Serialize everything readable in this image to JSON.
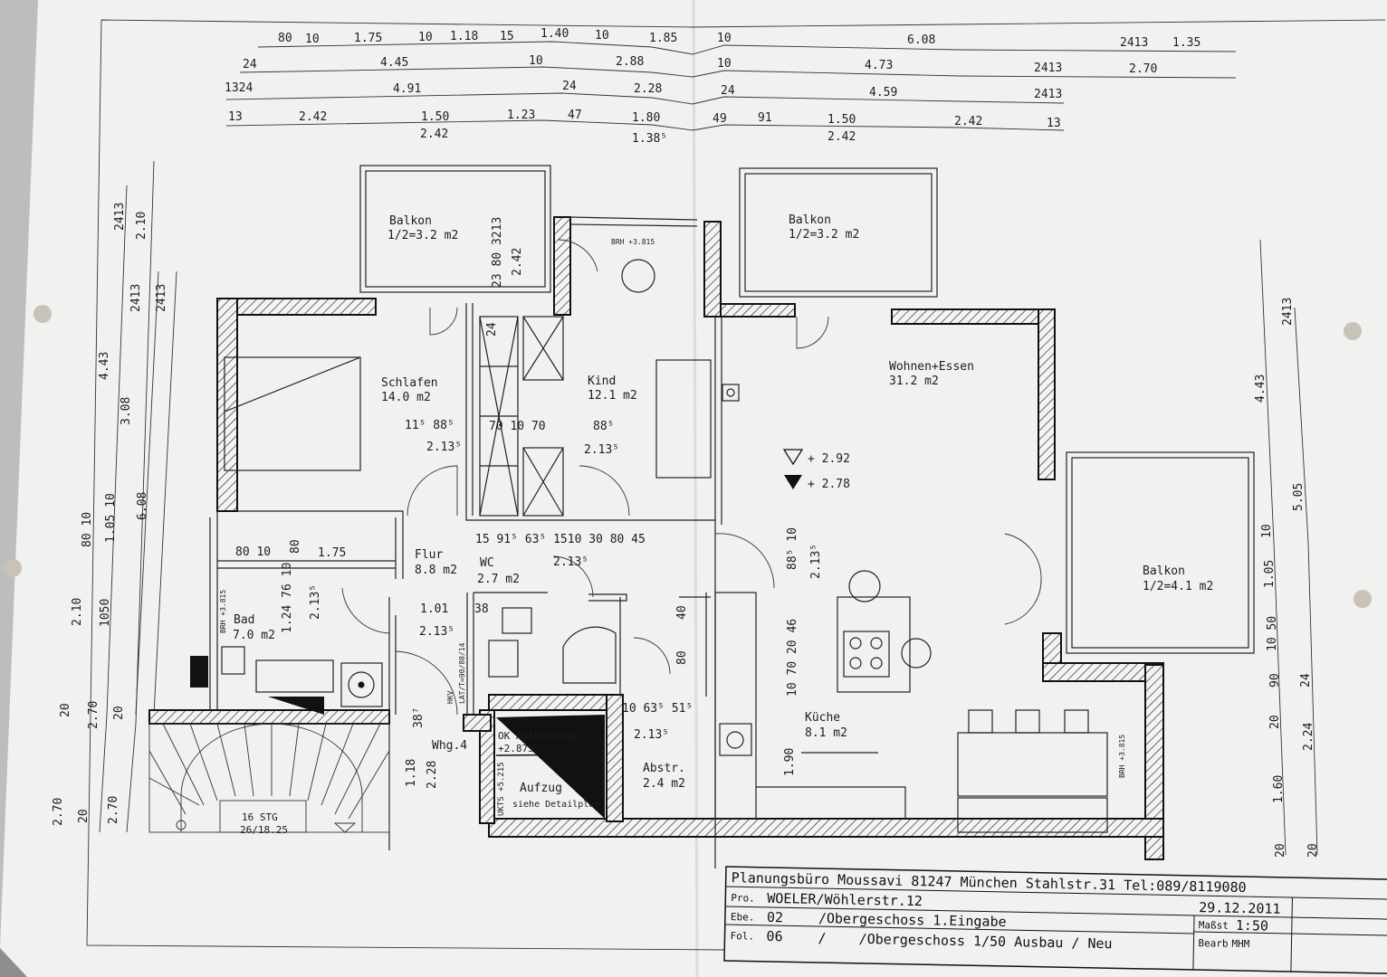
{
  "title_block": {
    "office": "Planungsbüro Moussavi 81247 München Stahlstr.31 Tel:089/8119080",
    "project_label": "Pro.",
    "project": "WOELER/Wöhlerstr.12",
    "level_label": "Ebe.",
    "level_no": "02",
    "level_name": "/Obergeschoss 1.Eingabe",
    "sheet_label": "Fol.",
    "sheet_no": "06",
    "sheet_name": "/    /Obergeschoss 1/50 Ausbau / Neu",
    "date": "29.12.2011",
    "scale_label": "Maßst",
    "scale": "1:50",
    "editor_label": "Bearb",
    "editor": "MHM"
  },
  "rooms": [
    {
      "name": "Balkon",
      "area": "1/2=3.2 m2"
    },
    {
      "name": "Balkon",
      "area": "1/2=3.2 m2"
    },
    {
      "name": "Balkon",
      "area": "1/2=4.1 m2"
    },
    {
      "name": "Schlafen",
      "area": "14.0 m2"
    },
    {
      "name": "Kind",
      "area": "12.1 m2"
    },
    {
      "name": "Wohnen+Essen",
      "area": "31.2 m2"
    },
    {
      "name": "Flur",
      "area": "8.8 m2"
    },
    {
      "name": "WC",
      "area": "2.7 m2"
    },
    {
      "name": "Bad",
      "area": "7.0 m2"
    },
    {
      "name": "Küche",
      "area": "8.1 m2"
    },
    {
      "name": "Abstr.",
      "area": "2.4 m2"
    }
  ],
  "annotations": {
    "elevator": "Aufzug",
    "elevator_note": "siehe Detailplan",
    "upstand": "OK Aufkantung",
    "upstand_level": "+2.875",
    "unit": "Whg.4",
    "stairs": "16 STG",
    "stairs_ratio": "26/18.25",
    "sill_height": "BRH +3.815",
    "level_top": "+ 2.92",
    "level_bottom": "+ 2.78",
    "ukts": "UKTS +5.215",
    "hkv": "HKV",
    "door_note": "LAT/T=90/80/14"
  },
  "dimensions": {
    "top_rows": [
      [
        "80",
        "10",
        "1.75",
        "10",
        "1.18",
        "15",
        "1.40",
        "10",
        "1.85",
        "10",
        "6.08",
        "2413",
        "1.35"
      ],
      [
        "24",
        "4.45",
        "10",
        "2.88",
        "10",
        "4.73",
        "2413",
        "2.70"
      ],
      [
        "1324",
        "4.91",
        "24",
        "2.28",
        "24",
        "4.59",
        "2413"
      ],
      [
        "13",
        "2.42",
        "1.50",
        "1.23",
        "47",
        "1.80",
        "49",
        "91",
        "1.50",
        "2.42",
        "13"
      ],
      [
        "2.42",
        "1.38⁵",
        "2.42"
      ]
    ],
    "left": [
      "2413",
      "2.10",
      "2413",
      "2413",
      "4.43",
      "3.08",
      "6.08",
      "80 10",
      "1.05 10",
      "2.10",
      "1050",
      "20",
      "2.70",
      "20",
      "2.70",
      "20",
      "2.70"
    ],
    "right": [
      "2413",
      "4.43",
      "5.05",
      "10",
      "1.05",
      "10 50",
      "90",
      "24",
      "20",
      "2.24",
      "1.60",
      "20",
      "20"
    ],
    "interior": [
      "11⁵ 88⁵",
      "2.13⁵",
      "70 10 70",
      "88⁵",
      "2.13⁵",
      "15  91⁵  63⁵ 1510 30 80  45",
      "2.13⁵",
      "1.01",
      "2.13⁵",
      "38",
      "10 63⁵ 51⁵",
      "2.13⁵",
      "80 10",
      "1.75",
      "80",
      "1.24 76 10",
      "2.13⁵",
      "38⁷",
      "1.18",
      "2.28",
      "40",
      "80",
      "88⁵ 10",
      "2.13⁵",
      "10 70 20 46",
      "1.90",
      "23 80 3213",
      "2.42",
      "24"
    ]
  }
}
